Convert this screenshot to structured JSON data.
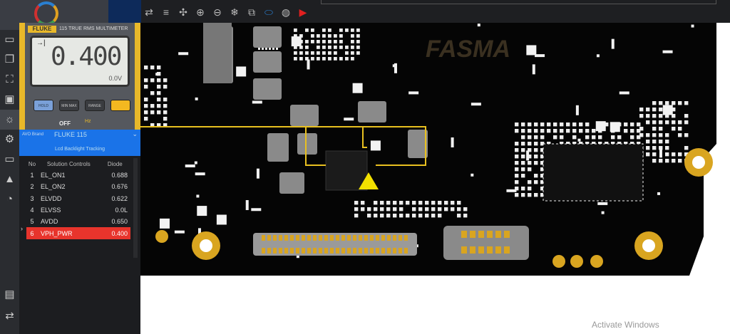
{
  "toolbar": {
    "icons": [
      "swap-icon",
      "menu-icon",
      "move-icon",
      "zoom-in-icon",
      "zoom-out-icon",
      "snowflake-icon",
      "layers-icon",
      "layer-toggle-icon",
      "globe-icon",
      "record-icon"
    ]
  },
  "meter": {
    "brand": "FLUKE",
    "model": "115 TRUE RMS MULTIMETER",
    "mode_symbol": "→|",
    "reading": "0.400",
    "sub_reading": "0.0V",
    "buttons": [
      "HOLD",
      "MIN MAX",
      "RANGE",
      ""
    ],
    "off": "OFF",
    "hz": "Hz"
  },
  "avo": {
    "label": "AVO Brand",
    "value": "FLUKE 115",
    "tracking": "Lcd Backlight Tracking"
  },
  "table": {
    "headers": [
      "No",
      "Solution Controls",
      "Diode"
    ],
    "rows": [
      [
        "1",
        "EL_ON1",
        "0.688"
      ],
      [
        "2",
        "EL_ON2",
        "0.676"
      ],
      [
        "3",
        "ELVDD",
        "0.622"
      ],
      [
        "4",
        "ELVSS",
        "0.0L"
      ],
      [
        "5",
        "AVDD",
        "0.650"
      ],
      [
        "6",
        "VPH_PWR",
        "0.400"
      ]
    ],
    "selected": 5
  },
  "board": {
    "watermark": "FASMA"
  },
  "os": {
    "activate": "Activate Windows"
  },
  "colors": {
    "accent": "#1a73e8",
    "selected": "#e8342c",
    "trace": "#e8c020",
    "gold": "#d9a520"
  }
}
